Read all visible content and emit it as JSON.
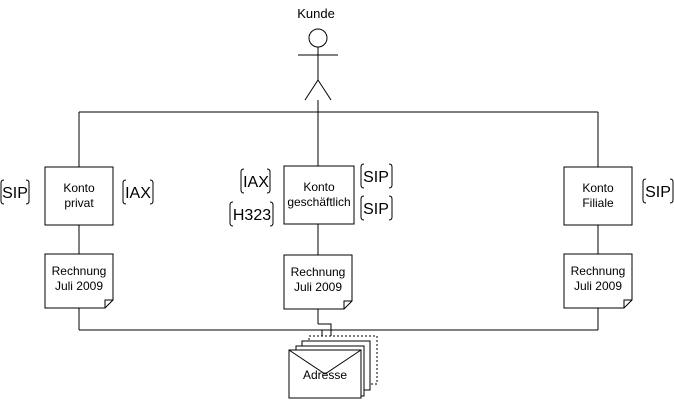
{
  "actor": {
    "label": "Kunde"
  },
  "accounts": [
    {
      "line1": "Konto",
      "line2": "privat"
    },
    {
      "line1": "Konto",
      "line2": "geschäftlich"
    },
    {
      "line1": "Konto",
      "line2": "Filiale"
    }
  ],
  "invoices": [
    {
      "line1": "Rechnung",
      "line2": "Juli 2009"
    },
    {
      "line1": "Rechnung",
      "line2": "Juli 2009"
    },
    {
      "line1": "Rechnung",
      "line2": "Juli 2009"
    }
  ],
  "protocols": {
    "privat_left": "SIP",
    "privat_right": "IAX",
    "geschaeft_left_top": "IAX",
    "geschaeft_left_bottom": "H323",
    "geschaeft_right_top": "SIP",
    "geschaeft_right_bottom": "SIP",
    "filiale_right": "SIP"
  },
  "address": {
    "label": "Adresse"
  }
}
